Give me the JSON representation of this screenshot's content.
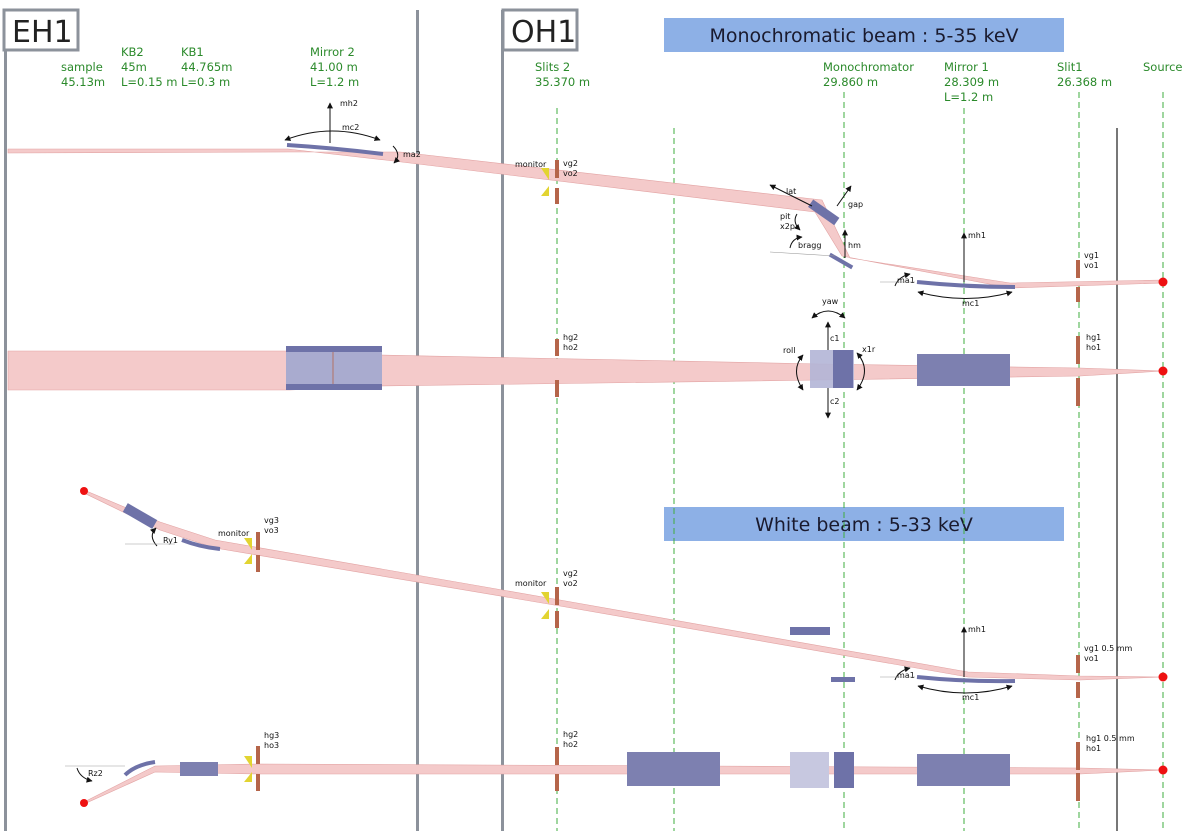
{
  "hutches": {
    "eh": "EH1",
    "oh": "OH1"
  },
  "banners": {
    "mono": "Monochromatic beam : 5-35 keV",
    "white": "White beam : 5-33 keV"
  },
  "header": {
    "sample": [
      "sample",
      "45.13m"
    ],
    "kb2": [
      "KB2",
      "45m",
      "L=0.15 m"
    ],
    "kb1": [
      "KB1",
      "44.765m",
      "L=0.3 m"
    ],
    "mirror2": [
      "Mirror 2",
      "41.00 m",
      "L=1.2 m"
    ],
    "slits2": [
      "Slits 2",
      "35.370 m"
    ],
    "mono": [
      "Monochromator",
      "29.860 m"
    ],
    "mirror1": [
      "Mirror 1",
      "28.309 m",
      "L=1.2 m"
    ],
    "slit1": [
      "Slit1",
      "26.368 m"
    ],
    "source": "Source"
  },
  "labels": {
    "mh2": "mh2",
    "mc2": "mc2",
    "ma2": "ma2",
    "monitor": "monitor",
    "vg2": "vg2",
    "vo2": "vo2",
    "lat": "lat",
    "gap": "gap",
    "pit": "pit",
    "x2p": "x2p",
    "bragg": "bragg",
    "hm": "hm",
    "mh1": "mh1",
    "ma1": "ma1",
    "mc1": "mc1",
    "vg1": "vg1",
    "vo1": "vo1",
    "hg2": "hg2",
    "ho2": "ho2",
    "hg1": "hg1",
    "ho1": "ho1",
    "yaw": "yaw",
    "c1": "c1",
    "roll": "roll",
    "x1r": "x1r",
    "c2": "c2",
    "ry1": "Ry1",
    "vg3": "vg3",
    "vo3": "vo3",
    "vg1_05": "vg1 0.5 mm",
    "hg1_05": "hg1 0.5 mm",
    "rz2": "Rz2",
    "hg3": "hg3",
    "ho3": "ho3"
  },
  "colors": {
    "wall": "#8c929b",
    "dash": "#3fad3f",
    "beam": "#f4caca",
    "beamEdge": "#e2a3a3",
    "optic": "#6e72a8",
    "opticLight": "#b3b5d6",
    "slit": "#b5654a",
    "monitor": "#e2d431",
    "source": "#ee1111",
    "bannerFill": "#8db0e6",
    "text": "#2b8a2b"
  }
}
